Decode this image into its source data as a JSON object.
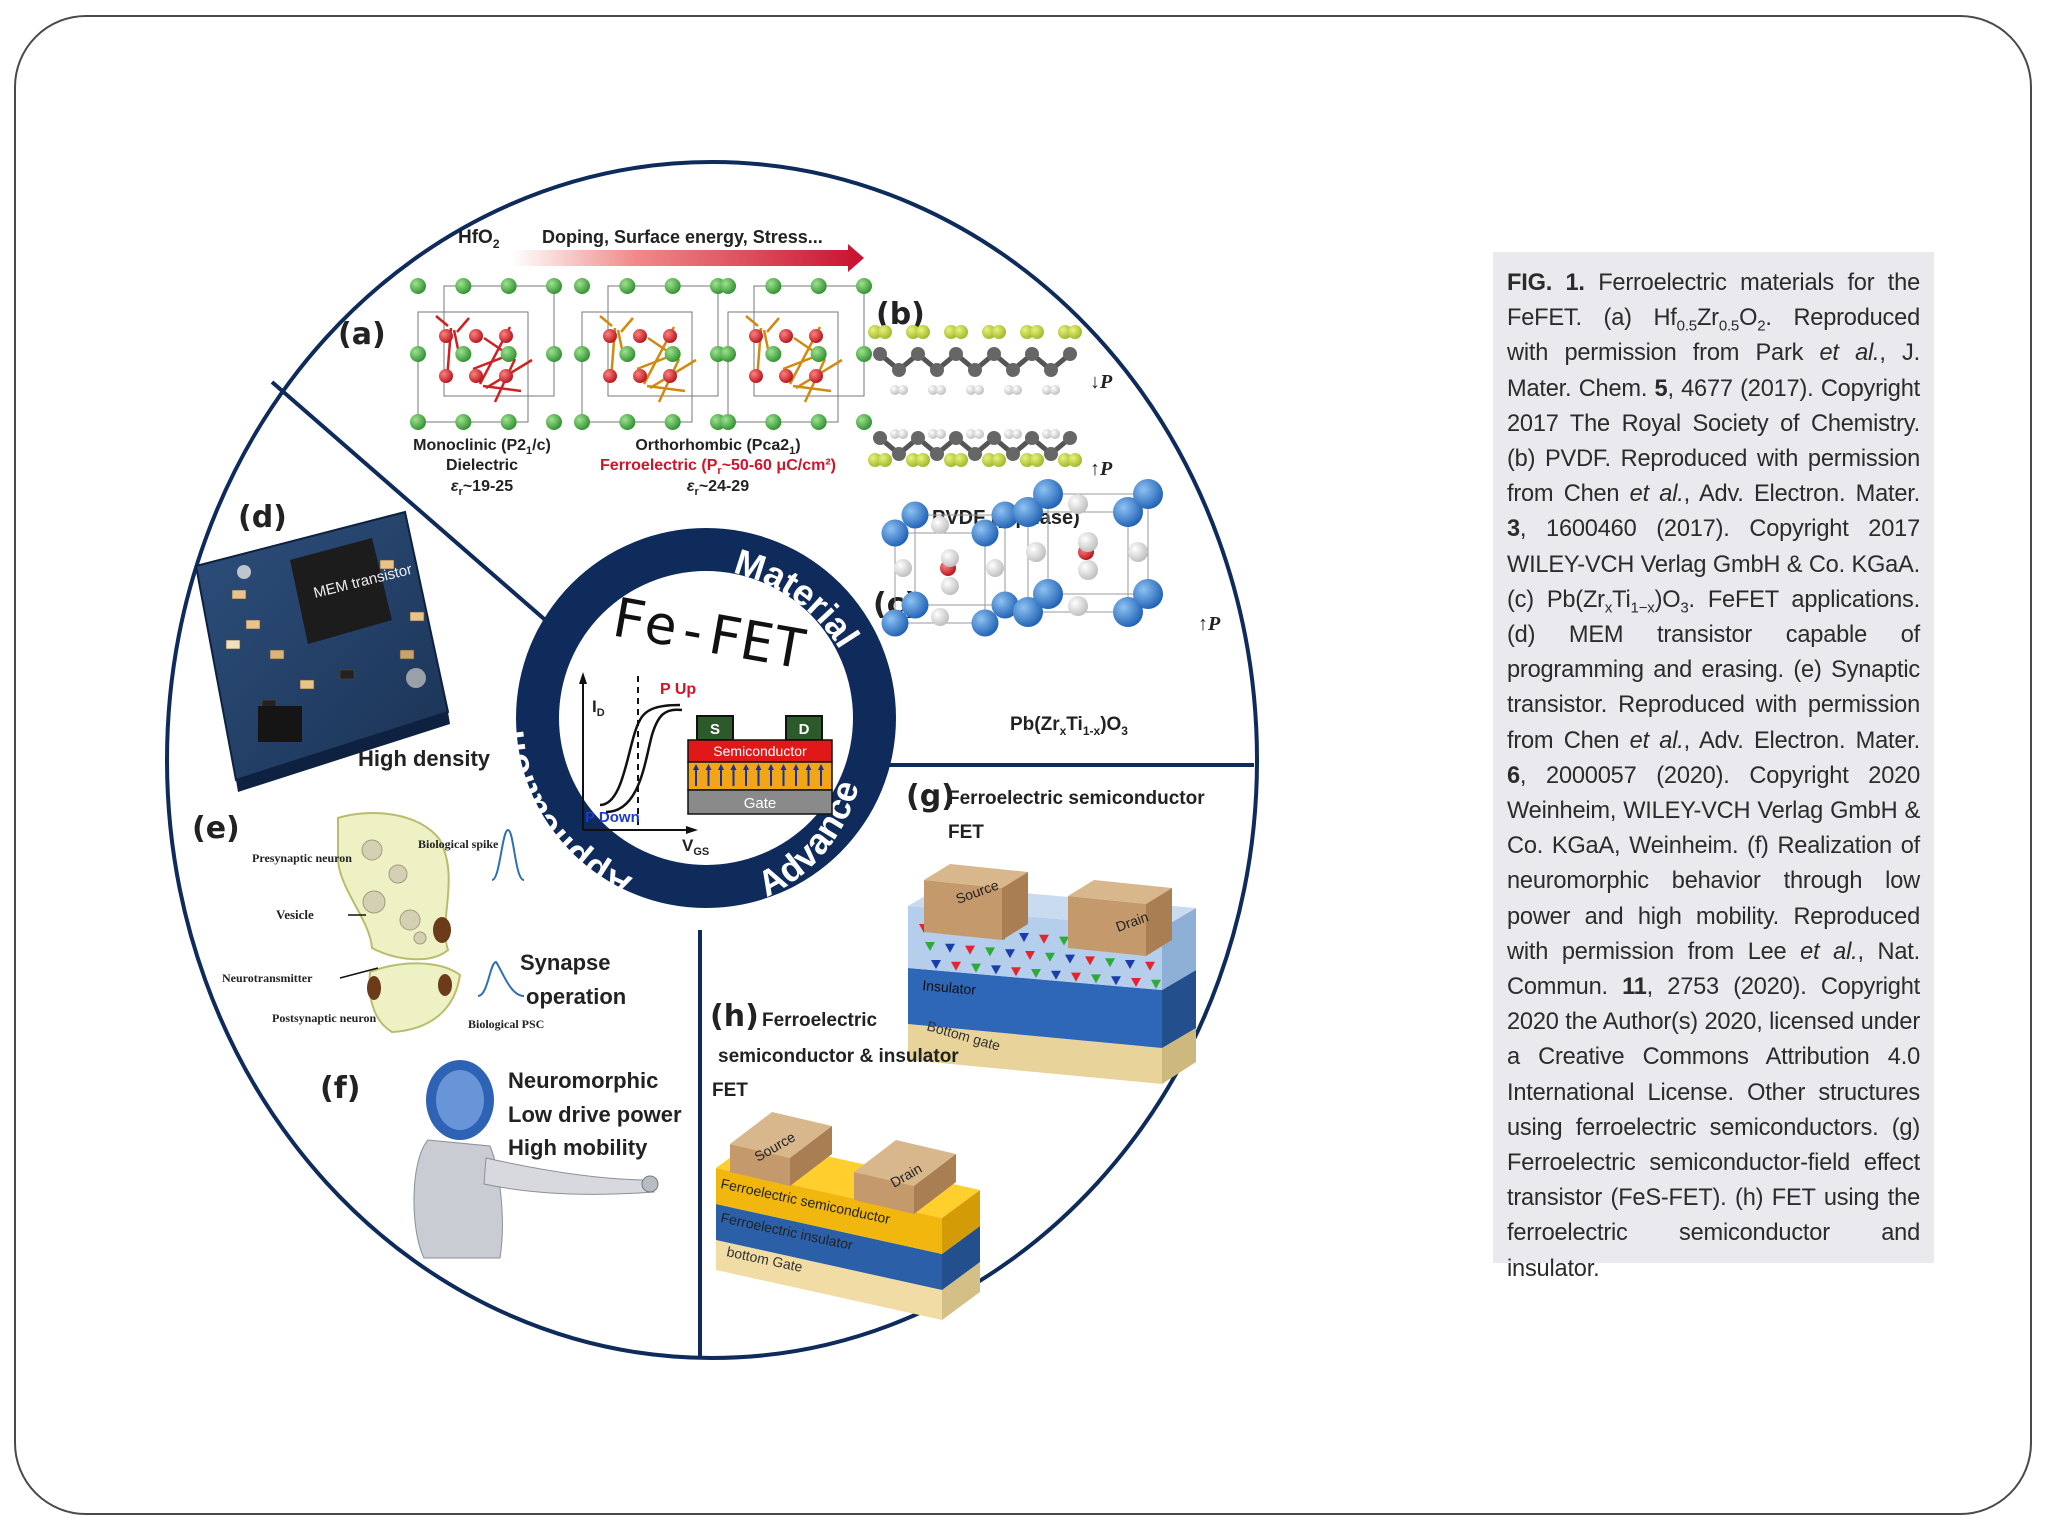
{
  "figure": {
    "center": {
      "title": "Fe-FET",
      "ring_material": "Material",
      "ring_application": "Application",
      "ring_advance": "Advance",
      "axis_id": "I",
      "axis_id_sub": "D",
      "axis_vgs": "V",
      "axis_vgs_sub": "GS",
      "p_up": "P Up",
      "p_down": "P Down",
      "source_short": "S",
      "drain_short": "D",
      "semiconductor": "Semiconductor",
      "gate": "Gate"
    },
    "panel_a": {
      "label": "(a)",
      "hfo2": "HfO",
      "hfo2_sub": "2",
      "arrow_text": "Doping, Surface energy, Stress...",
      "monoclinic": "Monoclinic (P2",
      "monoclinic_sub": "1",
      "monoclinic_end": "/c)",
      "dielectric": "Dielectric",
      "eps_mono": "~19-25",
      "orthorhombic": "Orthorhombic (Pca2",
      "ortho_sub": "1",
      "ortho_end": ")",
      "ferroelectric": "Ferroelectric (P",
      "ferro_sub": "r",
      "ferro_end": "~50-60 μC/cm²)",
      "eps_ortho": "~24-29",
      "eps_symbol": "ε",
      "eps_sub": "r"
    },
    "panel_b": {
      "label": "(b)",
      "pvdf": "PVDF (β phase)",
      "p_symbol": "P"
    },
    "panel_c": {
      "label": "(c)",
      "formula_pre": "Pb(Zr",
      "formula_x": "x",
      "formula_mid": "Ti",
      "formula_1x": "1-x",
      "formula_post": ")O",
      "formula_3": "3",
      "p_symbol": "P"
    },
    "panel_d": {
      "label": "(d)",
      "chip": "MEM transistor",
      "high_density": "High density"
    },
    "panel_e": {
      "label": "(e)",
      "presynaptic": "Presynaptic neuron",
      "vesicle": "Vesicle",
      "neurotransmitter": "Neurotransmitter",
      "postsynaptic": "Postsynaptic neuron",
      "bio_spike": "Biological spike",
      "bio_psc": "Biological PSC",
      "synapse_line1": "Synapse",
      "synapse_line2": "operation"
    },
    "panel_f": {
      "label": "(f)",
      "line1": "Neuromorphic",
      "line2": "Low drive power",
      "line3": "High mobility"
    },
    "panel_g": {
      "label": "(g)",
      "title_line1": "Ferroelectric semiconductor",
      "title_line2": "FET",
      "source": "Source",
      "drain": "Drain",
      "insulator": "Insulator",
      "bottom_gate": "Bottom gate"
    },
    "panel_h": {
      "label": "(h)",
      "title_line1": "Ferroelectric",
      "title_line2": "semiconductor & insulator",
      "title_line3": "FET",
      "source": "Source",
      "drain": "Drain",
      "fe_semi": "Ferroelectric semiconductor",
      "fe_ins": "Ferroelectric insulator",
      "bottom_gate": "bottom Gate"
    }
  },
  "caption": {
    "fig_label": "FIG. 1.",
    "t1": " Ferroelectric materials for the FeFET. (a) Hf",
    "s1": "0.5",
    "t2": "Zr",
    "s2": "0.5",
    "t3": "O",
    "s3": "2",
    "t4": ". Reproduced with permission from Park ",
    "et1": "et al.",
    "t5": ", J. Mater. Chem. ",
    "v1": "5",
    "t6": ", 4677 (2017). Copyright 2017 The Royal Society of Chemistry. (b) PVDF. Reproduced with permission from Chen ",
    "et2": "et al.",
    "t7": ", Adv. Electron. Mater. ",
    "v2": "3",
    "t8": ", 1600460 (2017). Copyright 2017 WILEY-VCH Verlag GmbH & Co. KGaA. (c) Pb(Zr",
    "s4": "x",
    "t9": "Ti",
    "s5": "1−x",
    "t10": ")O",
    "s6": "3",
    "t11": ". FeFET applications. (d) MEM transistor capable of programming and erasing. (e) Synaptic transistor. Reproduced with permission from Chen ",
    "et3": "et al.",
    "t12": ", Adv. Electron. Mater. ",
    "v3": "6",
    "t13": ", 2000057 (2020). Copyright 2020 Weinheim, WILEY-VCH Verlag GmbH & Co. KGaA, Weinheim. (f) Realization of neuromorphic behavior through low power and high mobility. Reproduced with permission from Lee ",
    "et4": "et al.",
    "t14": ", Nat. Commun. ",
    "v4": "11",
    "t15": ", 2753 (2020). Copyright 2020 the Author(s) 2020, licensed under a Creative Commons Attribution 4.0 International License. Other structures using ferroelectric semiconductors. (g) Ferroelectric semiconductor-field effect transistor (FeS-FET). (h) FET using the ferroelectric semiconductor and insulator."
  },
  "colors": {
    "navy": "#0e2b5c",
    "atom_green": "#3fa84a",
    "atom_red": "#d8272e",
    "atom_blue": "#2f7fd0",
    "arrow_red": "#d0142a"
  }
}
